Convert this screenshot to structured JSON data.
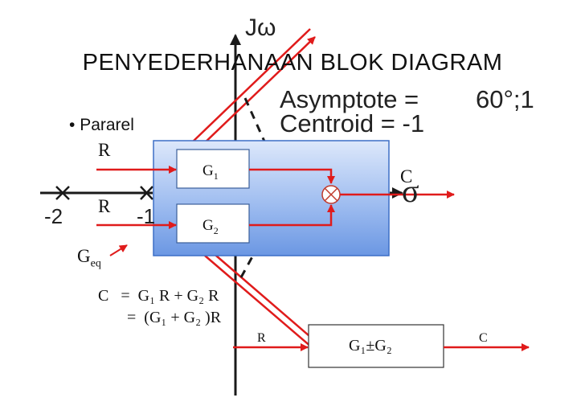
{
  "title": "PENYEDERHANAAN BLOK DIAGRAM",
  "bullet": "Pararel",
  "root_locus": {
    "axis_label": "Jω",
    "sigma_label": "σ",
    "asymptote_label": "Asymptote =",
    "asymptote_value": "60°;1",
    "centroid_label": "Centroid = -1",
    "pole_labels": [
      "-2",
      "-1"
    ]
  },
  "parallel": {
    "input_top": "R",
    "input_bottom": "R",
    "output": "C",
    "block_top_base": "G",
    "block_top_sub": "1",
    "block_bottom_base": "G",
    "block_bottom_sub": "2",
    "geq_base": "G",
    "geq_sub": "eq"
  },
  "equations": {
    "line1": "C   =  G₁ R + G₂ R",
    "line2": "=  (G₁ + G₂ )R"
  },
  "simplified": {
    "input": "R",
    "block": "G₁±G₂",
    "output": "C"
  },
  "colors": {
    "arrow": "#e01b1b",
    "block_fill_top": "#d9e6fb",
    "block_fill_bottom": "#6f9be4",
    "block_border": "#3d6fc6",
    "axis": "#1a1a1a"
  }
}
